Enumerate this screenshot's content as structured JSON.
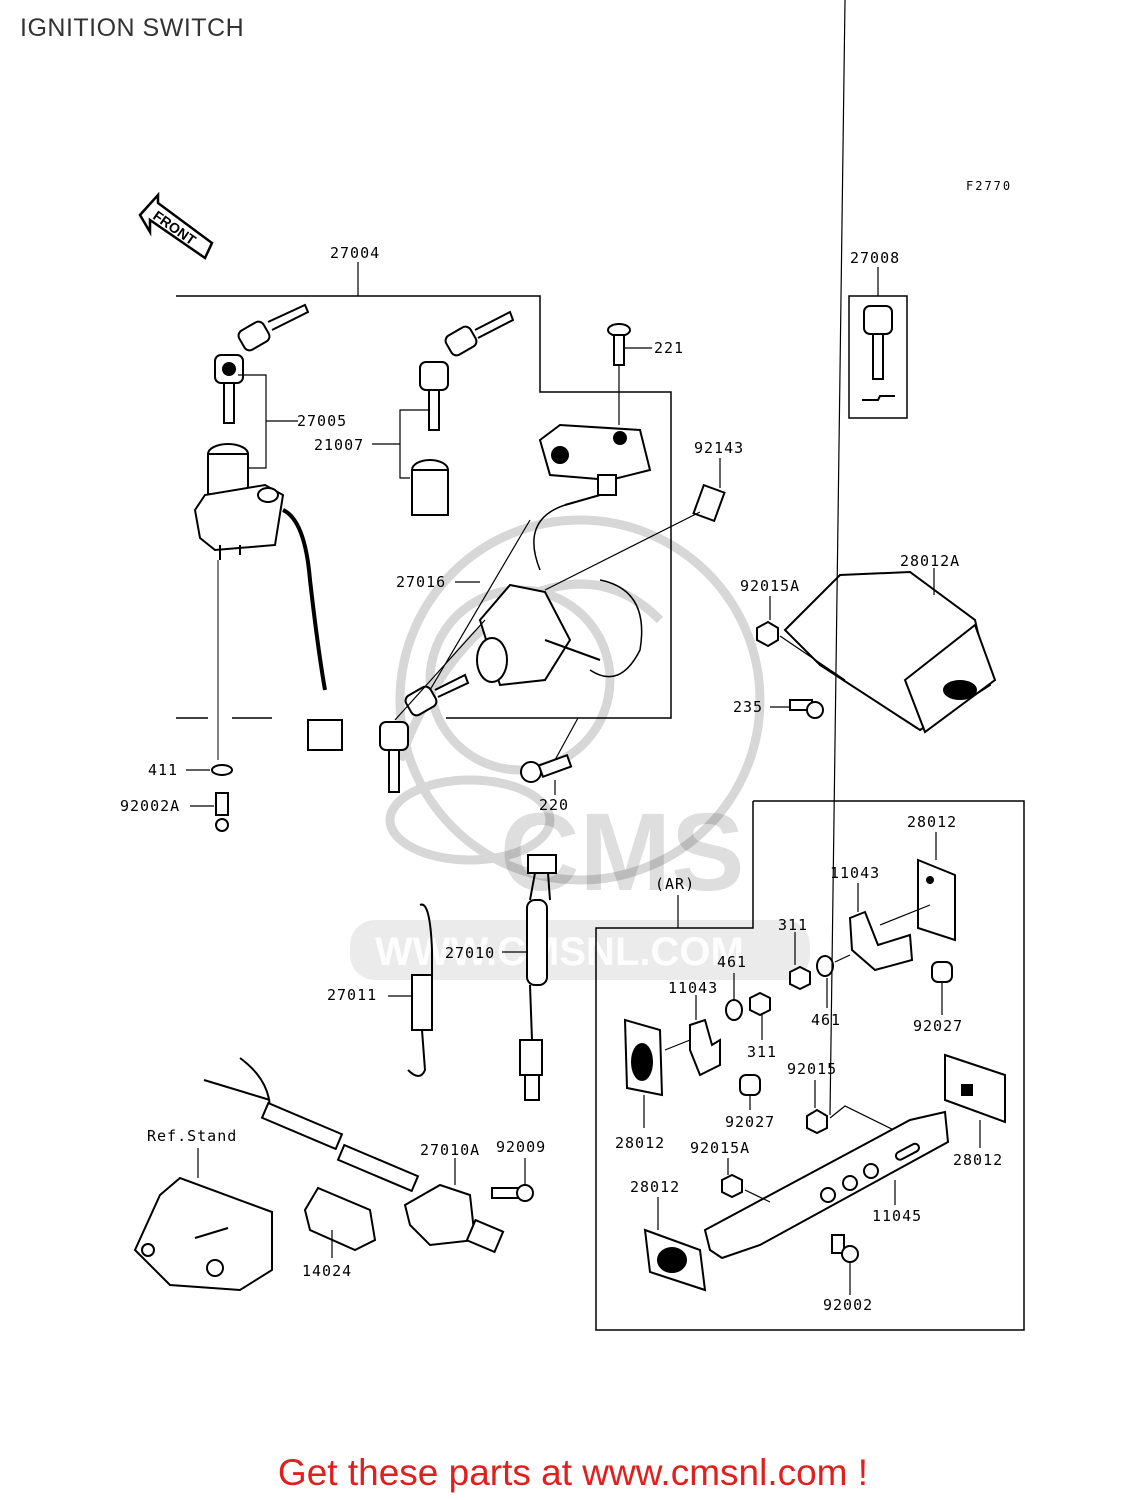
{
  "page": {
    "title": "IGNITION SWITCH",
    "figure_code": "F2770",
    "front_label": "FRONT",
    "watermark_text": "CMS",
    "watermark_url": "WWW.CMSNL.COM",
    "footer_text": "Get these parts at www.cmsnl.com !"
  },
  "parts": {
    "p27004": "27004",
    "p27008": "27008",
    "p221": "221",
    "p27005": "27005",
    "p21007": "21007",
    "p92143": "92143",
    "p27016": "27016",
    "p28012A": "28012A",
    "p92015A_top": "92015A",
    "p235": "235",
    "p411": "411",
    "p92002A": "92002A",
    "p220": "220",
    "p28012_a": "28012",
    "p11043_a": "11043",
    "p_ar": "(AR)",
    "p311_a": "311",
    "p461_a": "461",
    "p27010": "27010",
    "p11043_b": "11043",
    "p461_b": "461",
    "p92027_a": "92027",
    "p27011": "27011",
    "p311_b": "311",
    "p92015": "92015",
    "p92027_b": "92027",
    "p28012_b": "28012",
    "p28012_c": "28012",
    "p92015A_bot": "92015A",
    "p_refstand": "Ref.Stand",
    "p27010A": "27010A",
    "p92009": "92009",
    "p28012_d": "28012",
    "p11045": "11045",
    "p14024": "14024",
    "p92002": "92002"
  }
}
